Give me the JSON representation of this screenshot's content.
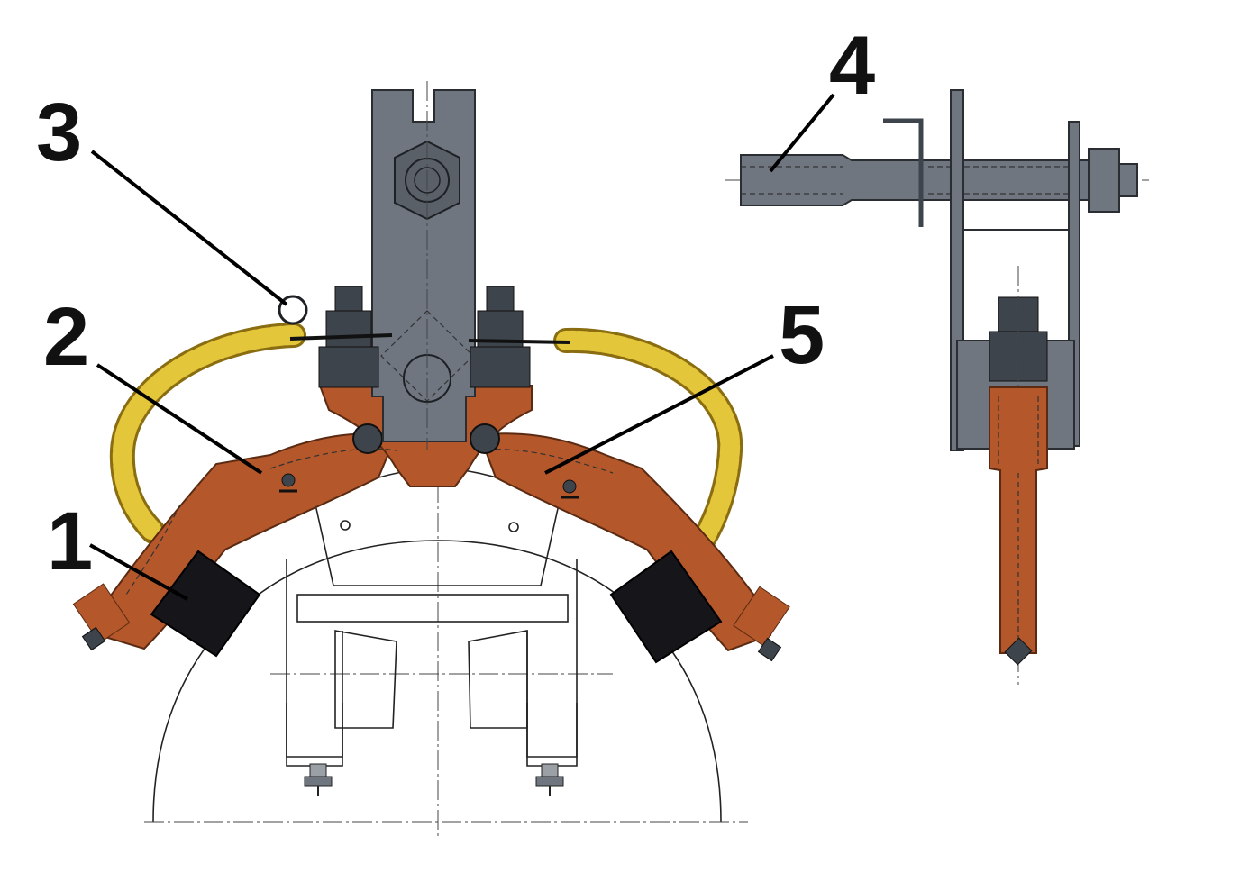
{
  "callouts": [
    {
      "id": "1",
      "label": "1"
    },
    {
      "id": "2",
      "label": "2"
    },
    {
      "id": "3",
      "label": "3"
    },
    {
      "id": "4",
      "label": "4"
    },
    {
      "id": "5",
      "label": "5"
    }
  ],
  "colors": {
    "steel": "#6f7680",
    "steel_dark": "#3e444c",
    "copper": "#b4572a",
    "copper_dark": "#7a3417",
    "braid": "#e3c63a",
    "braid_dark": "#8a6d10",
    "insulator": "#15151a",
    "line": "#222222"
  }
}
